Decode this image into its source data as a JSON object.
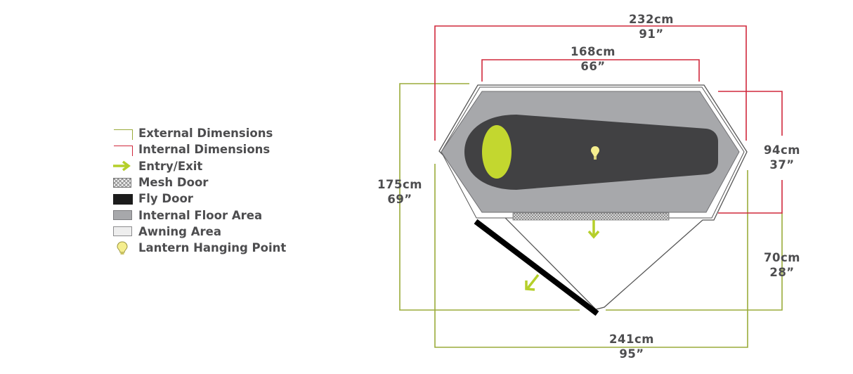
{
  "legend": {
    "items": [
      {
        "label": "External Dimensions",
        "swatch": "external-dimension-bracket",
        "color": "#9aab3a"
      },
      {
        "label": "Internal Dimensions",
        "swatch": "internal-dimension-bracket",
        "color": "#d0283c"
      },
      {
        "label": "Entry/Exit",
        "swatch": "arrow-icon",
        "color": "#b5cf2a"
      },
      {
        "label": "Mesh Door",
        "swatch": "mesh-pattern"
      },
      {
        "label": "Fly Door",
        "swatch": "black-bar",
        "color": "#1c1c1c"
      },
      {
        "label": "Internal Floor Area",
        "swatch": "grey-box",
        "color": "#a7a8ab"
      },
      {
        "label": "Awning Area",
        "swatch": "light-box",
        "color": "#eeeeee"
      },
      {
        "label": "Lantern Hanging Point",
        "swatch": "lightbulb-icon",
        "color": "#f5ee8e"
      }
    ]
  },
  "dimensions": {
    "external_length": {
      "cm": "232cm",
      "in": "91”"
    },
    "internal_length": {
      "cm": "168cm",
      "in": "66”"
    },
    "internal_width": {
      "cm": "94cm",
      "in": "37”"
    },
    "external_width": {
      "cm": "175cm",
      "in": "69”"
    },
    "awning_depth": {
      "cm": "70cm",
      "in": "28”"
    },
    "external_total_length": {
      "cm": "241cm",
      "in": "95”"
    }
  },
  "colors": {
    "external": "#9aab3a",
    "internal": "#d0283c",
    "floor": "#a7a8ab",
    "sleeping_bag": "#414143",
    "head": "#c3d72f",
    "arrow": "#b5cf2a",
    "lantern": "#f5ee8e",
    "fly_door": "#000000"
  }
}
